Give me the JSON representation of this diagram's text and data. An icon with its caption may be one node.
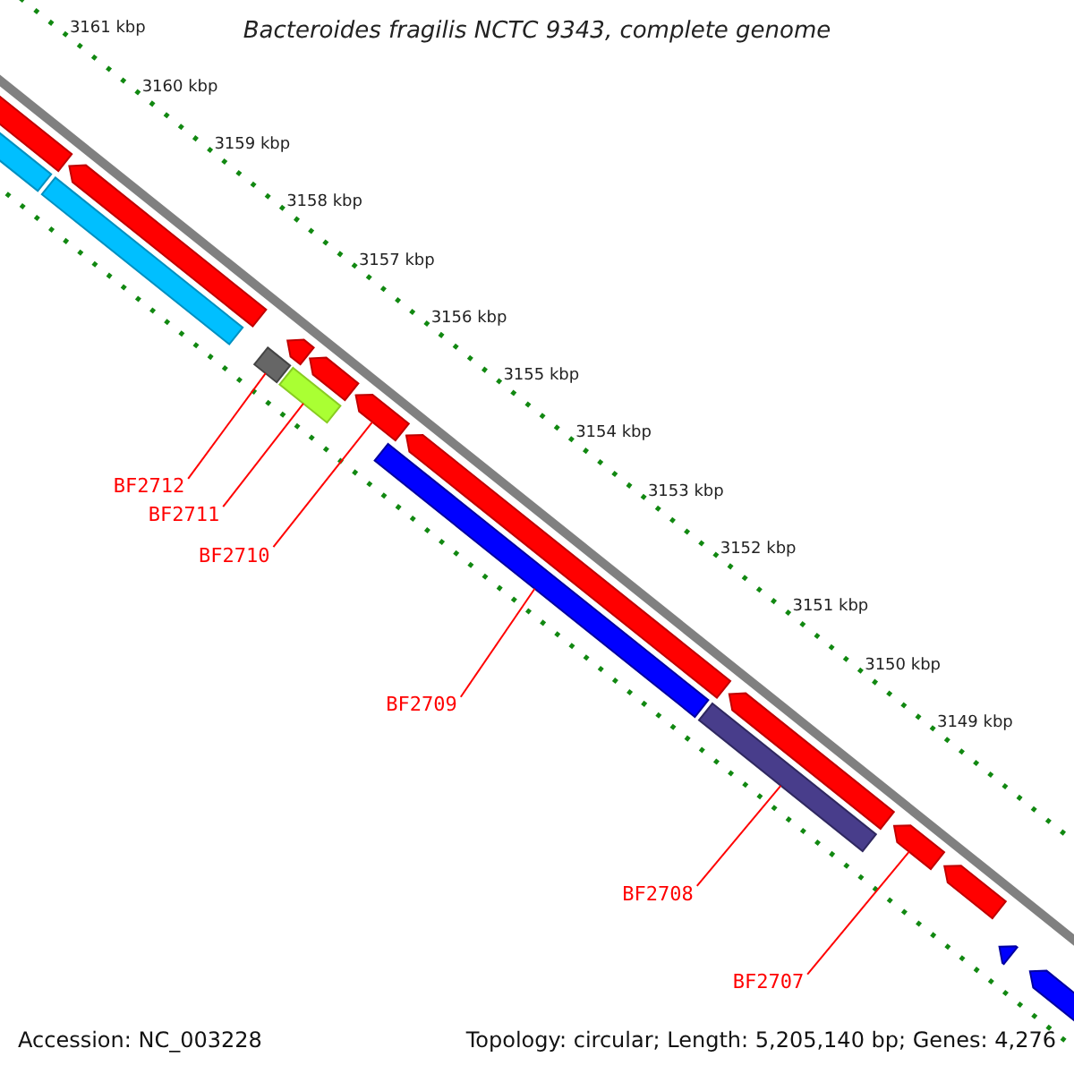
{
  "diagram": {
    "title": "Bacteroides fragilis NCTC 9343, complete genome",
    "nodes": [
      {
        "text": [
          "BF2712"
        ]
      },
      {
        "text": [],
        "shape": "bar"
      },
      {
        "text": [
          "BF2711"
        ]
      },
      {
        "text": [],
        "shape": "bar"
      },
      {
        "text": [
          "BF2710"
        ]
      },
      {
        "text": [],
        "shape": "pentagon"
      },
      {
        "text": [
          "BF2709"
        ]
      },
      {
        "text": [],
        "shape": "bar"
      },
      {
        "text": [
          "BF2708"
        ]
      },
      {
        "text": [],
        "shape": "bar"
      },
      {
        "text": [
          "BF2707"
        ]
      },
      {
        "text": [],
        "shape": "pentagon"
      },
      {
        "text": [],
        "shape": "pentagon"
      },
      {
        "text": [],
        "shape": "bar"
      },
      {
        "text": [],
        "shape": "pentagon"
      },
      {
        "text": [],
        "shape": "bar"
      },
      {
        "text": [],
        "shape": "pentagon"
      },
      {
        "text": [],
        "shape": "pentagon"
      },
      {
        "text": [],
        "shape": "pentagon"
      },
      {
        "text": [],
        "shape": "pentagon"
      },
      {
        "text": [],
        "shape": "pentagon"
      },
      {
        "text": [],
        "shape": "pentagon"
      },
      {
        "text": [],
        "shape": "pentagon"
      }
    ],
    "edges": [
      {
        "from": 0,
        "to": 1,
        "arrow": "none"
      },
      {
        "from": 2,
        "to": 3,
        "arrow": "none"
      },
      {
        "from": 4,
        "to": 5,
        "arrow": "none"
      },
      {
        "from": 6,
        "to": 7,
        "arrow": "none"
      },
      {
        "from": 8,
        "to": 9,
        "arrow": "none"
      },
      {
        "from": 10,
        "to": 11,
        "arrow": "none"
      }
    ],
    "labels": [
      "3161 kbp",
      "3160 kbp",
      "3159 kbp",
      "3158 kbp",
      "3157 kbp",
      "3156 kbp",
      "3155 kbp",
      "3154 kbp",
      "3153 kbp",
      "3152 kbp",
      "3151 kbp",
      "3150 kbp",
      "3149 kbp",
      "Accession: NC_003228",
      "Topology: circular; Length: 5,205,140 bp; Genes: 4,276"
    ]
  }
}
